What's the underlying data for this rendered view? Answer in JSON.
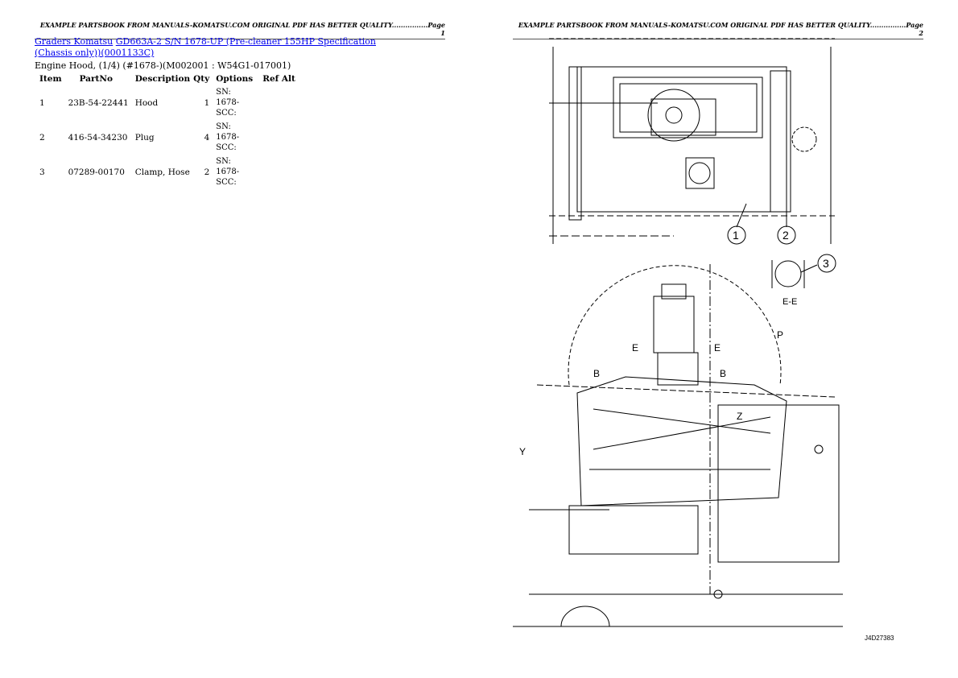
{
  "headers": {
    "page1": "EXAMPLE PARTSBOOK FROM MANUALS-KOMATSU.COM ORIGINAL PDF HAS BETTER QUALITY................Page 1",
    "page2": "EXAMPLE PARTSBOOK FROM MANUALS-KOMATSU.COM ORIGINAL PDF HAS BETTER QUALITY................Page 2"
  },
  "breadcrumb": {
    "link1": "Graders Komatsu",
    "link2": "GD663A-2 S/N 1678-UP (Pre-cleaner 155HP Specification (Chassis only))(0001133C)"
  },
  "subtitle": "Engine Hood, (1/4) (#1678-)(M002001 : W54G1-017001)",
  "table": {
    "columns": [
      "Item",
      "PartNo",
      "Description",
      "Qty",
      "Options",
      "Ref Alt"
    ],
    "rows": [
      {
        "item": "1",
        "partno": "23B-54-22441",
        "description": "Hood",
        "qty": "1",
        "options": "SN: 1678-SCC:"
      },
      {
        "item": "2",
        "partno": "416-54-34230",
        "description": "Plug",
        "qty": "4",
        "options": "SN: 1678-SCC:"
      },
      {
        "item": "3",
        "partno": "07289-00170",
        "description": "Clamp, Hose",
        "qty": "2",
        "options": "SN: 1678-SCC:"
      }
    ]
  },
  "drawing": {
    "callouts": [
      "1",
      "2",
      "3"
    ],
    "labels": {
      "section": "E-E",
      "p": "P",
      "e": "E",
      "b": "B",
      "z": "Z",
      "y": "Y",
      "code": "J4D27383"
    }
  }
}
